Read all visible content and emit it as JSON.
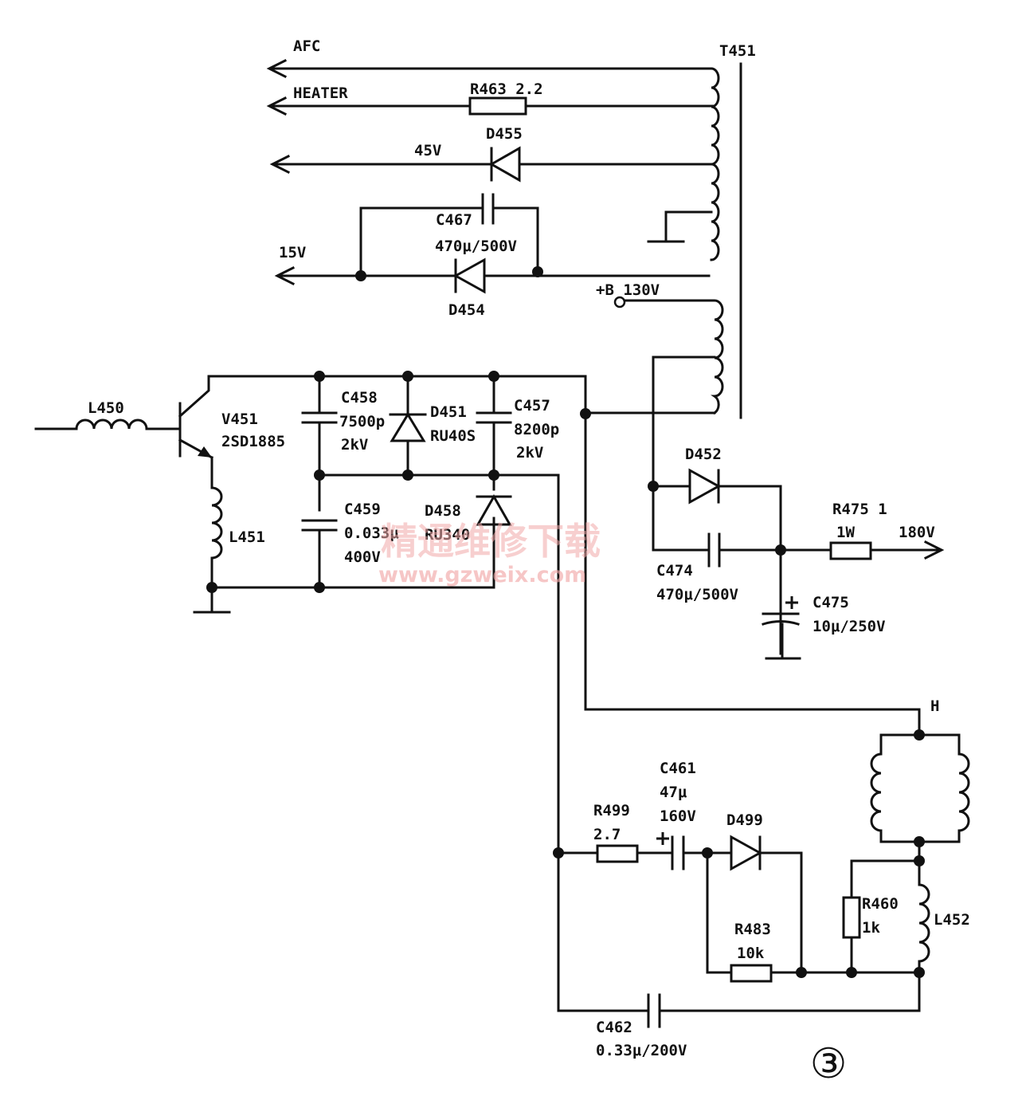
{
  "labels": {
    "afc": "AFC",
    "heater": "HEATER",
    "t451": "T451",
    "r463": "R463 2.2",
    "d455": "D455",
    "v45": "45V",
    "c467": "C467",
    "c467_val": "470μ/500V",
    "v15": "15V",
    "d454": "D454",
    "b130": "+B 130V",
    "l450": "L450",
    "v451": "V451",
    "v451_part": "2SD1885",
    "c458": "C458",
    "c458_val": "7500p",
    "c458_v": "2kV",
    "d451": "D451",
    "d451_part": "RU40S",
    "c457": "C457",
    "c457_val": "8200p",
    "c457_v": "2kV",
    "l451": "L451",
    "c459": "C459",
    "c459_val": "0.033μ",
    "c459_v": "400V",
    "d458": "D458",
    "d458_part": "RU340",
    "d452": "D452",
    "r475": "R475 1",
    "r475_w": "1W",
    "v180": "180V",
    "c474": "C474",
    "c474_val": "470μ/500V",
    "c475": "C475",
    "c475_val": "10μ/250V",
    "h": "H",
    "c461": "C461",
    "c461_val": "47μ",
    "c461_v": "160V",
    "r499": "R499",
    "r499_val": "2.7",
    "d499": "D499",
    "r460": "R460",
    "r460_val": "1k",
    "l452": "L452",
    "r483": "R483",
    "r483_val": "10k",
    "c462": "C462",
    "c462_val": "0.33μ/200V",
    "figure_no": "③"
  },
  "watermark": {
    "text": "精通维修下载",
    "url": "www.gzweix.com"
  }
}
